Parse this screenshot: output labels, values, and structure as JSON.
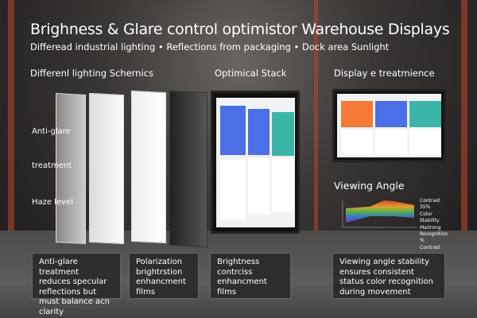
{
  "title": "Brighness & Glare control optimistor Warehouse Displays",
  "subtitle": "Differead industrial lighting • Reflections from packaging • Dock area Sunlight",
  "sections": {
    "left": "Differenl lighting Schernics",
    "middle": "Optimical Stack",
    "right": "Display e treatmience"
  },
  "layer_labels": [
    "Anti-glare",
    "treatment",
    "Haze level"
  ],
  "viewing_angle": {
    "title": "Viewing Angle",
    "legend": [
      "Contrast",
      "35%",
      "Color",
      "Stability",
      "Maitrong",
      "Recognition",
      "%",
      "Contrast"
    ]
  },
  "cards": [
    {
      "title": "Anti-glare treatment",
      "body": "reduces specular reflections but must balance acn clarity"
    },
    {
      "title": "Polarization",
      "body": "brightrstion enhancment films"
    },
    {
      "title": "Brightness",
      "body": "contrciss enhancment films"
    },
    {
      "title": "Viewing angle stability",
      "body": "ensures consistent status color recognition during movement"
    }
  ],
  "colors": {
    "orange": "#f47a35",
    "blue": "#4a6fe6",
    "teal": "#3ab5a8",
    "rack": "#b2452a"
  }
}
